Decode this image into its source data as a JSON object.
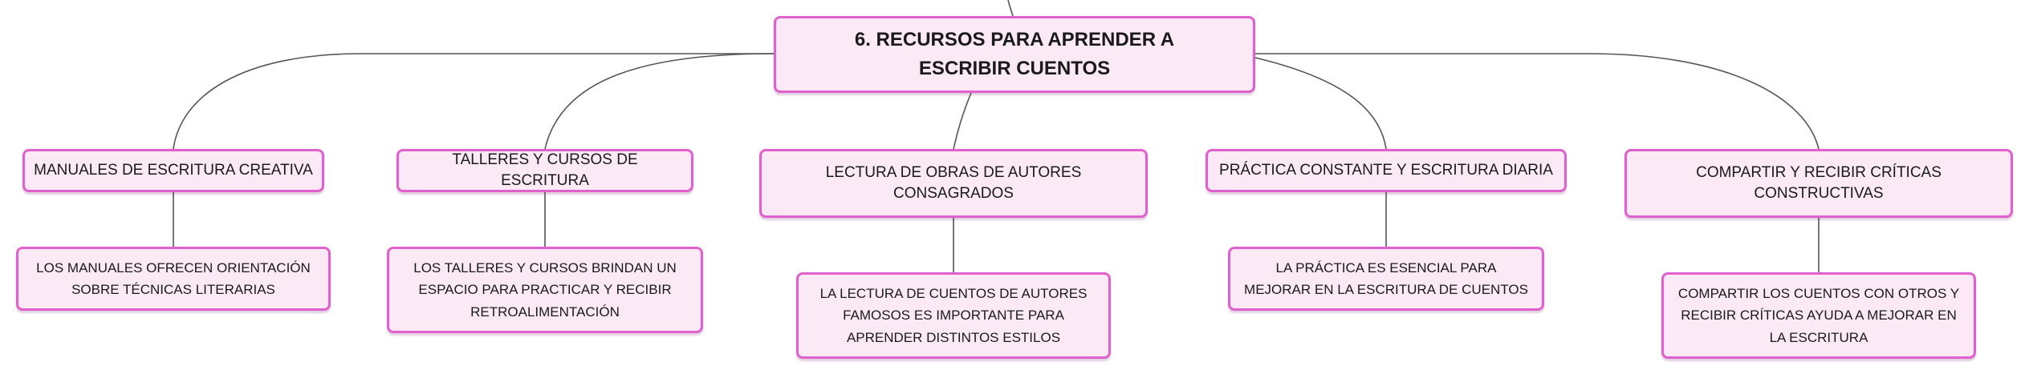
{
  "mindmap": {
    "root": {
      "label": "6. RECURSOS PARA APRENDER A ESCRIBIR CUENTOS"
    },
    "topics": [
      {
        "label": "MANUALES DE ESCRITURA CREATIVA",
        "detail": "LOS MANUALES OFRECEN ORIENTACIÓN SOBRE TÉCNICAS LITERARIAS"
      },
      {
        "label": "TALLERES Y CURSOS DE ESCRITURA",
        "detail": "LOS TALLERES Y CURSOS BRINDAN UN ESPACIO PARA PRACTICAR Y RECIBIR RETROALIMENTACIÓN"
      },
      {
        "label": "LECTURA DE OBRAS DE AUTORES CONSAGRADOS",
        "detail": "LA LECTURA DE CUENTOS DE AUTORES FAMOSOS ES IMPORTANTE PARA APRENDER DISTINTOS ESTILOS"
      },
      {
        "label": "PRÁCTICA CONSTANTE Y ESCRITURA DIARIA",
        "detail": "LA PRÁCTICA ES ESENCIAL PARA MEJORAR EN LA ESCRITURA DE CUENTOS"
      },
      {
        "label": "COMPARTIR Y RECIBIR CRÍTICAS CONSTRUCTIVAS",
        "detail": "COMPARTIR LOS CUENTOS CON OTROS Y RECIBIR CRÍTICAS AYUDA A MEJORAR EN LA ESCRITURA"
      }
    ]
  },
  "colors": {
    "node_fill": "#fbe9f6",
    "node_border": "#e060cd",
    "connector": "#555555",
    "text": "#1a1a1a"
  }
}
